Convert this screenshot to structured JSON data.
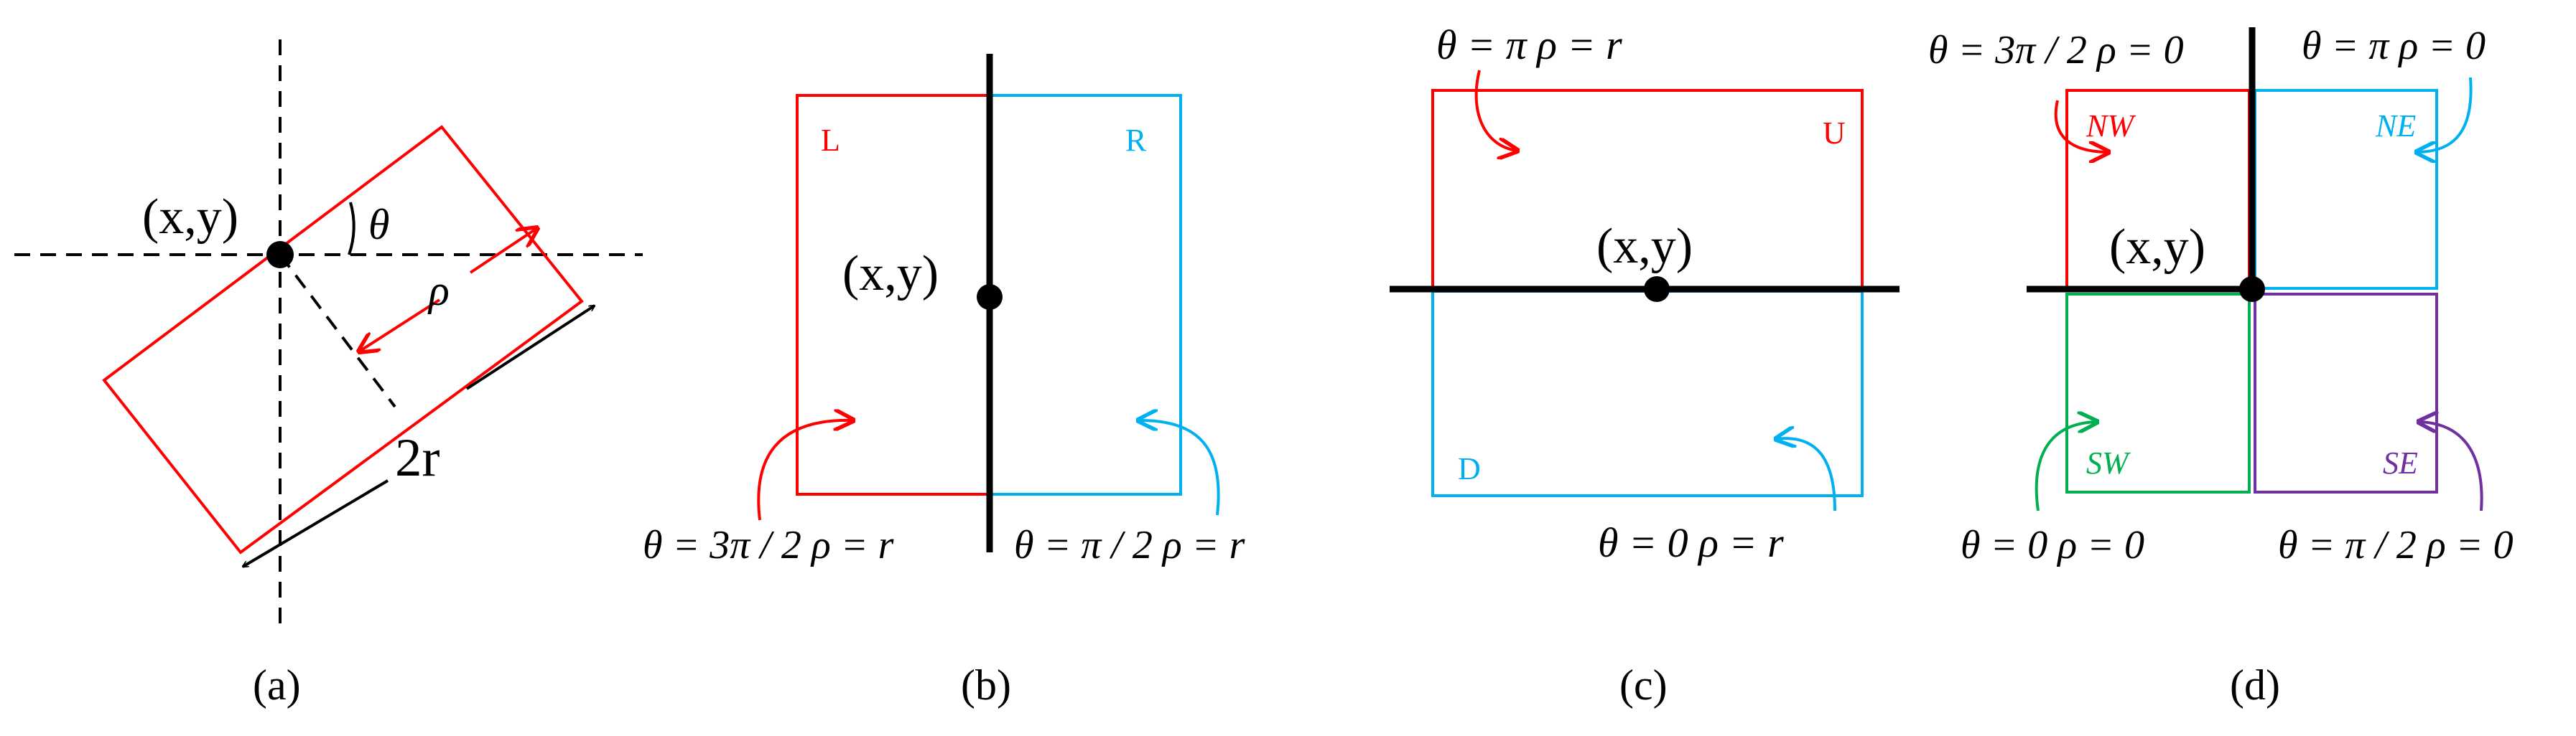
{
  "colors": {
    "ink": "#000000",
    "red": "#ff0000",
    "cyan": "#00b0f0",
    "green": "#00b050",
    "purple": "#7030a0"
  },
  "point_label": "(x,y)",
  "panel_a": {
    "caption": "(a)",
    "theta": "θ",
    "rho": "ρ",
    "width": "2r"
  },
  "panel_b": {
    "caption": "(b)",
    "left_label": "L",
    "right_label": "R",
    "left_eq": "θ = 3π / 2  ρ = r",
    "right_eq": "θ = π / 2  ρ = r"
  },
  "panel_c": {
    "caption": "(c)",
    "up_label": "U",
    "down_label": "D",
    "top_eq": "θ = π  ρ = r",
    "bottom_eq": "θ = 0  ρ = r"
  },
  "panel_d": {
    "caption": "(d)",
    "nw_label": "NW",
    "ne_label": "NE",
    "sw_label": "SW",
    "se_label": "SE",
    "nw_eq": "θ = 3π / 2  ρ = 0",
    "ne_eq": "θ = π ρ = 0",
    "sw_eq": "θ = 0 ρ = 0",
    "se_eq": "θ = π / 2  ρ = 0"
  }
}
